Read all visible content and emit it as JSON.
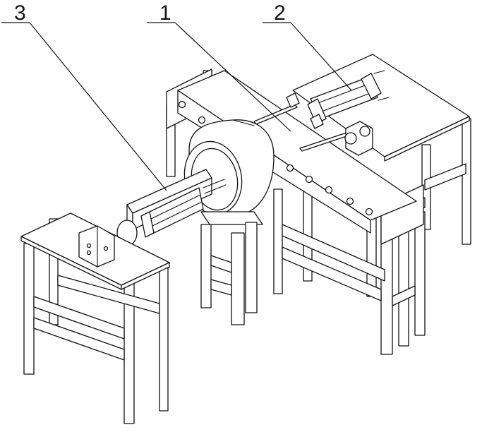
{
  "figure": {
    "labels": [
      {
        "id": "label-1",
        "text": "1"
      },
      {
        "id": "label-2",
        "text": "2"
      },
      {
        "id": "label-3",
        "text": "3"
      }
    ],
    "colors": {
      "line": "#111111",
      "background": "#ffffff"
    }
  }
}
